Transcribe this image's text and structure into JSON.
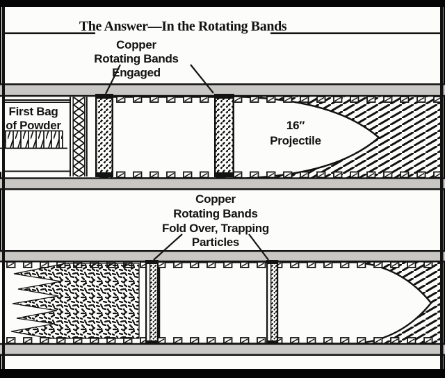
{
  "title": "The Answer—In the Rotating Bands",
  "top_panel": {
    "annotation": [
      "Copper",
      "Rotating Bands",
      "Engaged"
    ],
    "powder_label": [
      "First Bag",
      "of Powder"
    ],
    "projectile_label": [
      "16″",
      "Projectile"
    ]
  },
  "bottom_panel": {
    "annotation": [
      "Copper",
      "Rotating Bands",
      "Fold Over, Trapping",
      "Particles"
    ]
  },
  "colors": {
    "frame_black": "#050505",
    "paper_white": "#fcfcfa",
    "barrel_wall_gray": "#c8c7c4",
    "ink": "#131313"
  }
}
